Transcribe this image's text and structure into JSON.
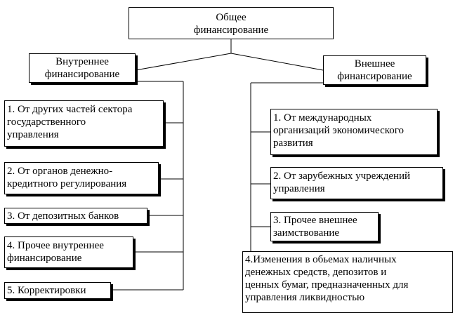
{
  "root": {
    "lines": [
      "Общее",
      "финансирование"
    ]
  },
  "internal": {
    "title": [
      "Внутреннее",
      "финансирование"
    ],
    "items": [
      [
        "1. От других частей сектора",
        "государственного",
        "управления"
      ],
      [
        "2. От органов денежно-",
        "кредитного регулирования"
      ],
      [
        "3. От депозитных банков"
      ],
      [
        "4. Прочее внутреннее",
        "финансирование"
      ],
      [
        "5. Корректировки"
      ]
    ]
  },
  "external": {
    "title": [
      "Внешнее",
      "финансирование"
    ],
    "items": [
      [
        "1. От международных",
        "организаций экономического",
        "развития"
      ],
      [
        "2. От зарубежных учреждений",
        "управления"
      ],
      [
        "3. Прочее внешнее",
        "заимствование"
      ],
      [
        "4.Изменения в обьемах наличных",
        "денежных средств, депозитов и",
        "ценных бумаг, предназначенных для",
        "управления ликвидностью"
      ]
    ]
  }
}
